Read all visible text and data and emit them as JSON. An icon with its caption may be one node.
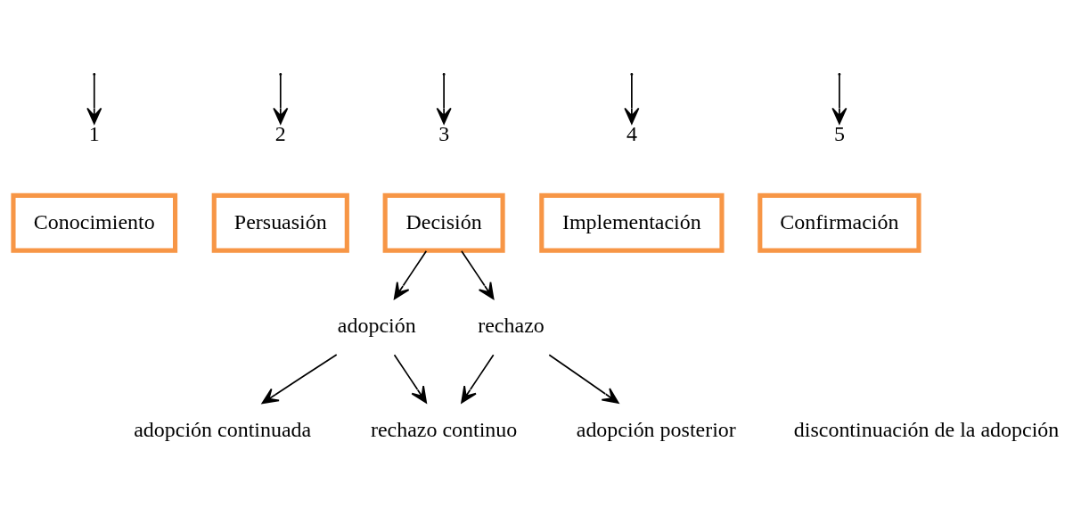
{
  "diagram": {
    "nodes": [
      {
        "text": [
          "1"
        ]
      },
      {
        "text": [
          "2"
        ]
      },
      {
        "text": [
          "3"
        ]
      },
      {
        "text": [
          "4"
        ]
      },
      {
        "text": [
          "5"
        ]
      },
      {
        "text": [
          "Conocimiento"
        ]
      },
      {
        "text": [
          "Persuasión"
        ]
      },
      {
        "text": [
          "Decisión"
        ]
      },
      {
        "text": [
          "Implementación"
        ]
      },
      {
        "text": [
          "Confirmación"
        ]
      },
      {
        "text": [
          "adopción"
        ]
      },
      {
        "text": [
          "adopción continuada"
        ]
      },
      {
        "text": [
          "adopción posterior"
        ]
      },
      {
        "text": [
          "rechazo continuo"
        ]
      },
      {
        "text": [
          "rechazo"
        ]
      }
    ],
    "edges": [
      {
        "from": null,
        "to": 0,
        "arrow": "to"
      },
      {
        "from": null,
        "to": 1,
        "arrow": "to"
      },
      {
        "from": null,
        "to": 2,
        "arrow": "to"
      },
      {
        "from": null,
        "to": 3,
        "arrow": "to"
      },
      {
        "from": null,
        "to": 4,
        "arrow": "to"
      },
      {
        "from": 7,
        "to": 10,
        "arrow": "to"
      },
      {
        "from": 7,
        "to": 14,
        "arrow": "to"
      },
      {
        "from": 10,
        "to": 11,
        "arrow": "to"
      },
      {
        "from": 10,
        "to": 13,
        "arrow": "to"
      },
      {
        "from": 14,
        "to": 12,
        "arrow": "to"
      },
      {
        "from": 14,
        "to": 13,
        "arrow": "to"
      }
    ],
    "labels": [
      "discontinuación de la adopción"
    ]
  }
}
